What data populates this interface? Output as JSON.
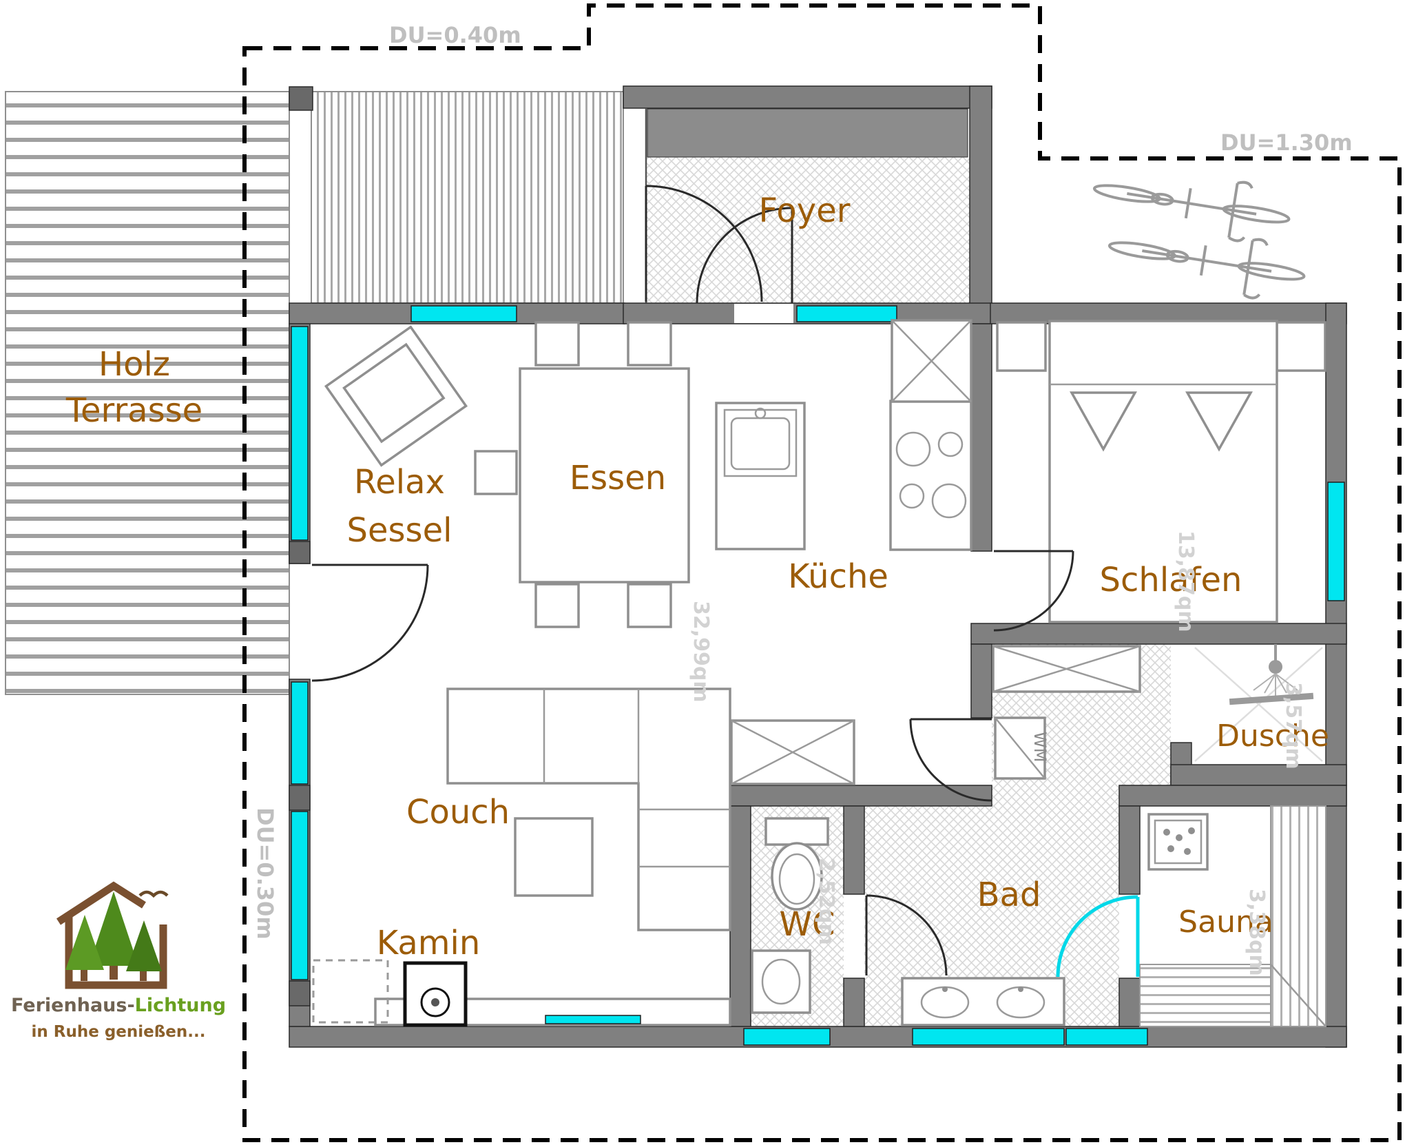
{
  "colors": {
    "wall": "#808080",
    "window_cyan": "#00e6f0",
    "room_label": "#9c5c08",
    "dim_label": "#bfbfbf",
    "faint_label": "#d2d2d2",
    "logo_green": "#5c941c",
    "logo_brown": "#7a5030",
    "boundary": "#000000"
  },
  "rooms": {
    "terrace": {
      "line1": "Holz",
      "line2": "Terrasse"
    },
    "foyer": "Foyer",
    "relax": {
      "line1": "Relax",
      "line2": "Sessel"
    },
    "dining": "Essen",
    "kitchen": "Küche",
    "bedroom": "Schlafen",
    "shower": "Dusche",
    "couch": "Couch",
    "fireplace": "Kamin",
    "wc": "WC",
    "bath": "Bad",
    "sauna": "Sauna"
  },
  "dimensions": {
    "top": "DU=0.40m",
    "right": "DU=1.30m",
    "left": "DU=0.30m"
  },
  "areas": {
    "living": "32,99qm",
    "bedroom": "13,87qm",
    "shower": "3,57qm",
    "wc": "2,52qm",
    "sauna": "3,38qm"
  },
  "appliances": {
    "washer": "WM"
  },
  "logo": {
    "name_part1": "Ferienhaus-",
    "name_part2": "Lichtung",
    "tagline": "in Ruhe genießen..."
  }
}
